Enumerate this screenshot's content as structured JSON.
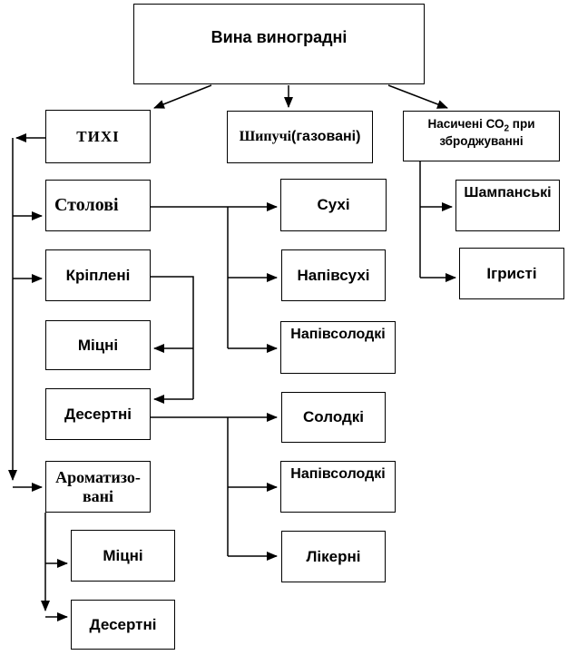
{
  "diagram": {
    "title": "Вина виноградні",
    "colors": {
      "line": "#000000",
      "background": "#ffffff",
      "text": "#000000"
    },
    "nodes": {
      "root": {
        "label": "Вина виноградні"
      },
      "tyhi": {
        "label": "ТИХІ"
      },
      "shypuchi": {
        "label_serif": "Шипучі",
        "label_sans": "(газовані)"
      },
      "nasycheni": {
        "label_prefix": "Насичені СО",
        "label_sub": "2",
        "label_suffix": " при зброджуванні"
      },
      "stolovi": {
        "label": "Столові"
      },
      "kripleni": {
        "label": "Кріплені"
      },
      "mitsni_1": {
        "label": "Міцні"
      },
      "desertni_1": {
        "label": "Десертні"
      },
      "aromatyzovani": {
        "label": "Ароматизо-вані"
      },
      "mitsni_2": {
        "label": "Міцні"
      },
      "desertni_2": {
        "label": "Десертні"
      },
      "sukhi": {
        "label": "Сухі"
      },
      "napivsukhi": {
        "label": "Напівсухі"
      },
      "napivsolodki_1": {
        "label": "Напівсолодкі"
      },
      "solodki": {
        "label": "Солодкі"
      },
      "napivsolodki_2": {
        "label": "Напівсолодкі"
      },
      "likerni": {
        "label": "Лікерні"
      },
      "shampanski": {
        "label": "Шампанські"
      },
      "igristi": {
        "label": "Ігристі"
      }
    },
    "edges": [
      {
        "from": "root",
        "to": "tyhi"
      },
      {
        "from": "root",
        "to": "shypuchi"
      },
      {
        "from": "root",
        "to": "nasycheni"
      },
      {
        "from": "tyhi",
        "to": "stolovi"
      },
      {
        "from": "tyhi",
        "to": "kripleni"
      },
      {
        "from": "tyhi",
        "to": "aromatyzovani"
      },
      {
        "from": "stolovi",
        "to": "sukhi"
      },
      {
        "from": "stolovi",
        "to": "napivsukhi"
      },
      {
        "from": "stolovi",
        "to": "napivsolodki_1"
      },
      {
        "from": "kripleni",
        "to": "mitsni_1"
      },
      {
        "from": "kripleni",
        "to": "desertni_1"
      },
      {
        "from": "desertni_1",
        "to": "solodki"
      },
      {
        "from": "desertni_1",
        "to": "napivsolodki_2"
      },
      {
        "from": "desertni_1",
        "to": "likerni"
      },
      {
        "from": "aromatyzovani",
        "to": "mitsni_2"
      },
      {
        "from": "aromatyzovani",
        "to": "desertni_2"
      },
      {
        "from": "nasycheni",
        "to": "shampanski"
      },
      {
        "from": "nasycheni",
        "to": "igristi"
      }
    ]
  }
}
